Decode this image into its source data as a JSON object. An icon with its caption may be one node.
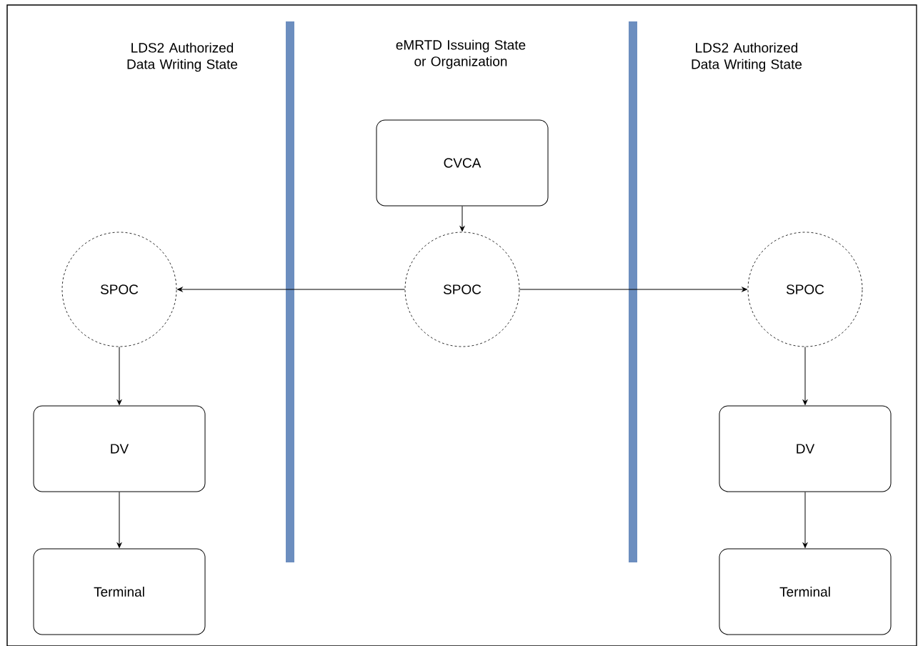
{
  "diagram": {
    "nodes": [
      {
        "text": [
          "CVCA"
        ]
      },
      {
        "text": [
          "SPOC"
        ]
      },
      {
        "text": [
          "SPOC"
        ]
      },
      {
        "text": [
          "SPOC"
        ]
      },
      {
        "text": [
          "DV"
        ]
      },
      {
        "text": [
          "DV"
        ]
      },
      {
        "text": [
          "Terminal"
        ]
      },
      {
        "text": [
          "Terminal"
        ]
      }
    ],
    "edges": [
      {
        "from": 0,
        "to": 2,
        "arrow": "to"
      },
      {
        "from": 2,
        "to": 1,
        "arrow": "to"
      },
      {
        "from": 2,
        "to": 3,
        "arrow": "to"
      },
      {
        "from": 1,
        "to": 4,
        "arrow": "to"
      },
      {
        "from": 4,
        "to": 6,
        "arrow": "to"
      },
      {
        "from": 3,
        "to": 5,
        "arrow": "to"
      },
      {
        "from": 5,
        "to": 7,
        "arrow": "to"
      }
    ],
    "labels": [
      "LDS2 Authorized Data Writing State",
      "eMRTD Issuing State or Organization",
      "LDS2 Authorized Data Writing State"
    ]
  }
}
